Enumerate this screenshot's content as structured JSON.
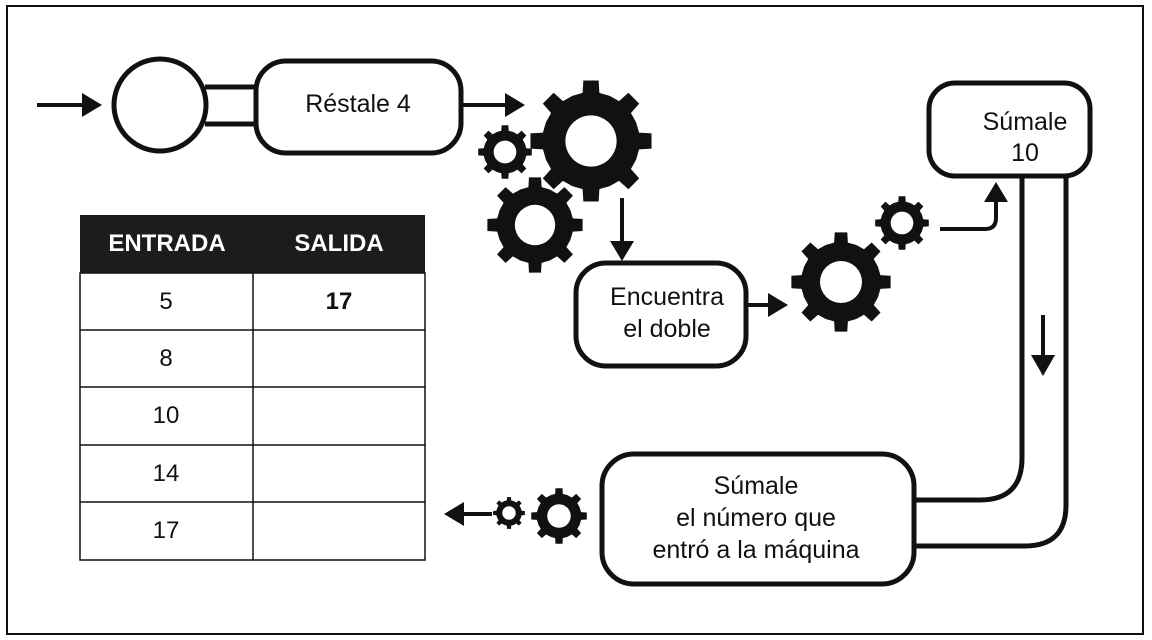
{
  "machine": {
    "step1": "Réstale 4",
    "step2_lines": [
      "Encuentra",
      "el doble"
    ],
    "step3_lines": [
      "Súmale",
      "10"
    ],
    "step4_lines": [
      "Súmale",
      "el número que",
      "entró a la máquina"
    ]
  },
  "table": {
    "headers": [
      "ENTRADA",
      "SALIDA"
    ],
    "rows": [
      {
        "entrada": "5",
        "salida": "17"
      },
      {
        "entrada": "8",
        "salida": ""
      },
      {
        "entrada": "10",
        "salida": ""
      },
      {
        "entrada": "14",
        "salida": ""
      },
      {
        "entrada": "17",
        "salida": ""
      }
    ]
  },
  "icons": [
    "input-arrow-icon",
    "gear-icon",
    "output-arrow-icon"
  ],
  "colors": {
    "ink": "#111111",
    "background": "#ffffff"
  }
}
